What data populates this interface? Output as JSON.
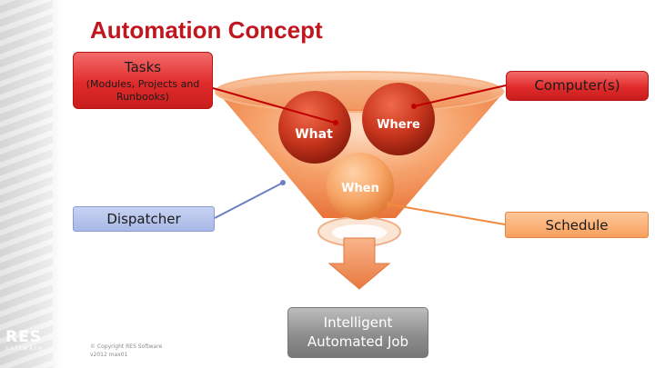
{
  "slide": {
    "title": "Automation Concept",
    "tasks": {
      "label": "Tasks",
      "sublabel_line1": "(Modules, Projects and",
      "sublabel_line2": "Runbooks)"
    },
    "computers": {
      "label": "Computer(s)"
    },
    "dispatcher": {
      "label": "Dispatcher"
    },
    "schedule": {
      "label": "Schedule"
    },
    "result": {
      "line1": "Intelligent",
      "line2": "Automated Job"
    },
    "balls": {
      "what": "What",
      "where": "Where",
      "when": "When"
    },
    "copyright": {
      "line1": "© Copyright RES Software",
      "line2": "v2012 max01"
    },
    "logo": {
      "name": "RES",
      "tagline": "software"
    }
  },
  "colors": {
    "title": "#c0161f",
    "red_box": "#e12b2b",
    "blue_box": "#a8b8e6",
    "orange_box": "#f7a05c",
    "gray_box": "#8e8e8e",
    "funnel": "#f28a4e"
  },
  "icons": {
    "funnel": "funnel-icon",
    "arrow": "down-arrow-icon"
  }
}
